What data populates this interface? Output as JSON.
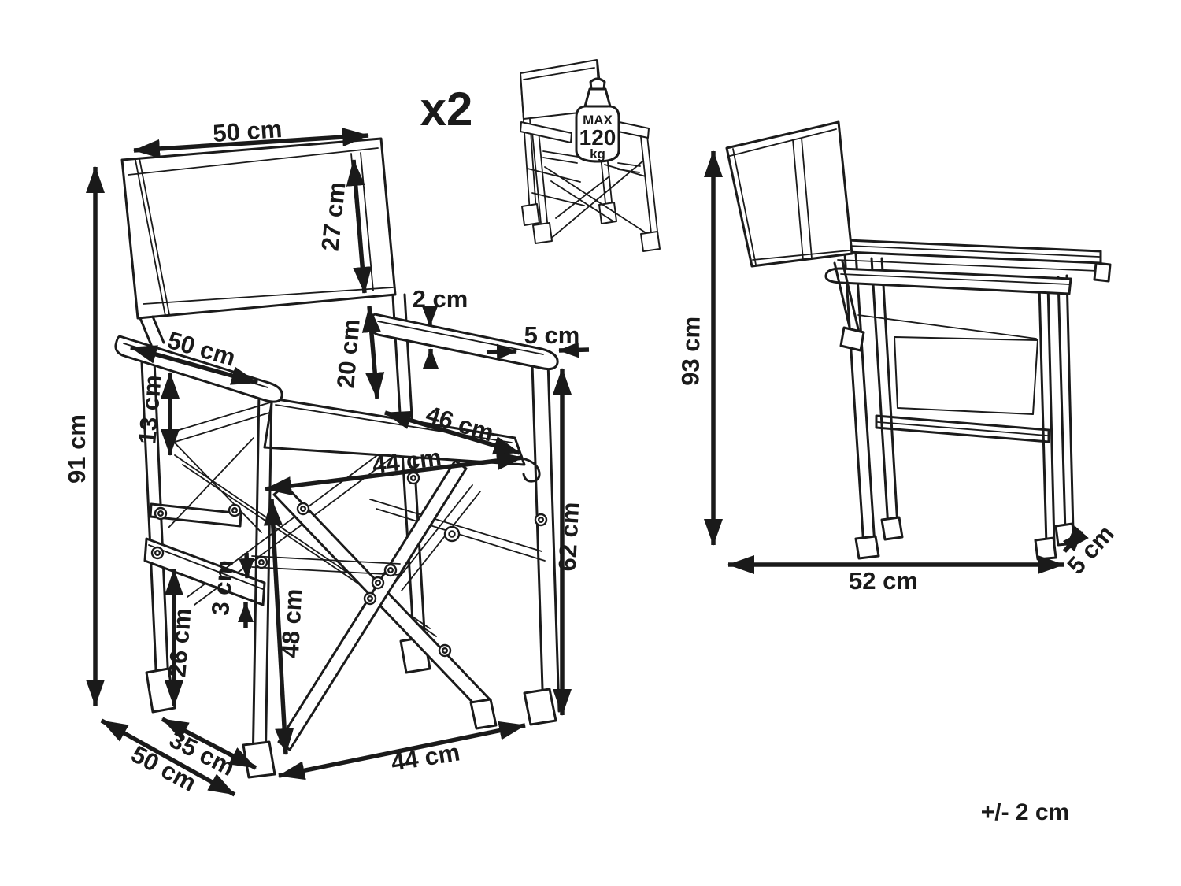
{
  "figure": {
    "quantity": "x2",
    "tolerance": "+/- 2 cm",
    "weight_limit": {
      "max": "MAX",
      "value": "120",
      "unit": "kg"
    }
  },
  "front_view": {
    "dims": {
      "total_height": "91 cm",
      "backrest_width": "50 cm",
      "backrest_height": "27 cm",
      "armrest_thickness": "2 cm",
      "armrest_width": "5 cm",
      "backrest_to_seat": "20 cm",
      "armrest_length": "50 cm",
      "armrest_to_seat": "13 cm",
      "seat_depth": "46 cm",
      "seat_width": "44 cm",
      "armrest_height": "62 cm",
      "seat_height": "48 cm",
      "rail_thickness": "3 cm",
      "rail_height": "26 cm",
      "base_depth": "35 cm",
      "base_outer_depth": "50 cm",
      "base_width": "44 cm"
    }
  },
  "side_view": {
    "dims": {
      "folded_height": "93 cm",
      "folded_length": "52 cm",
      "folded_depth": "5 cm"
    }
  }
}
